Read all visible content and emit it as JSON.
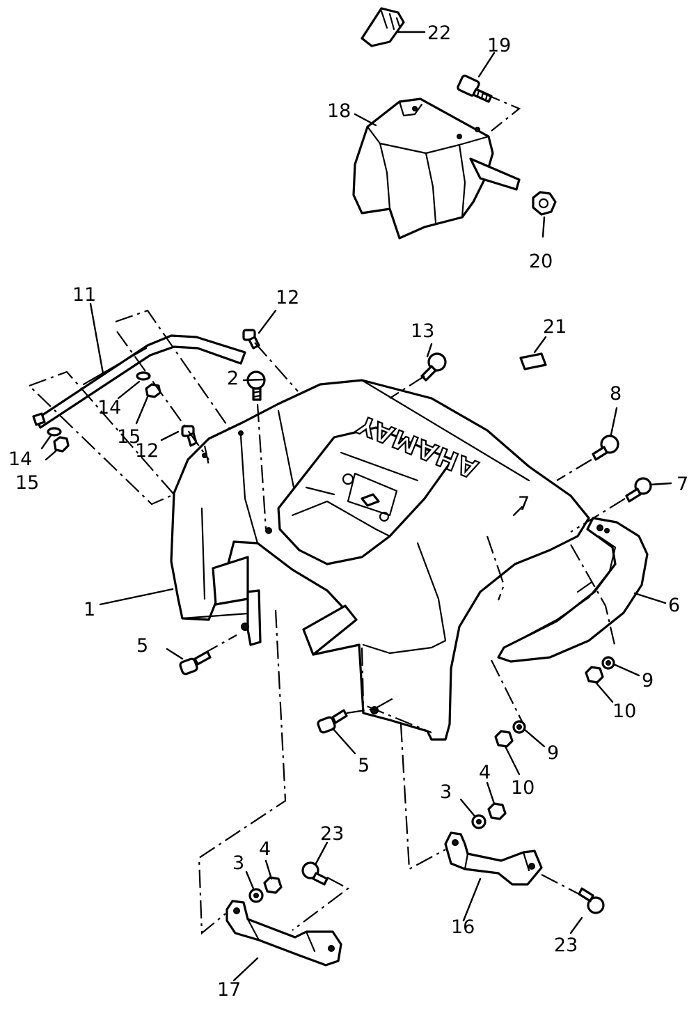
{
  "diagram": {
    "brand_lettering": "YAMAHA",
    "callouts": [
      {
        "id": "c1",
        "text": "1"
      },
      {
        "id": "c2",
        "text": "2"
      },
      {
        "id": "c3a",
        "text": "3"
      },
      {
        "id": "c3b",
        "text": "3"
      },
      {
        "id": "c4a",
        "text": "4"
      },
      {
        "id": "c4b",
        "text": "4"
      },
      {
        "id": "c5a",
        "text": "5"
      },
      {
        "id": "c5b",
        "text": "5"
      },
      {
        "id": "c6",
        "text": "6"
      },
      {
        "id": "c7a",
        "text": "7"
      },
      {
        "id": "c7b",
        "text": "7"
      },
      {
        "id": "c8",
        "text": "8"
      },
      {
        "id": "c9a",
        "text": "9"
      },
      {
        "id": "c9b",
        "text": "9"
      },
      {
        "id": "c10a",
        "text": "10"
      },
      {
        "id": "c10b",
        "text": "10"
      },
      {
        "id": "c11",
        "text": "11"
      },
      {
        "id": "c12a",
        "text": "12"
      },
      {
        "id": "c12b",
        "text": "12"
      },
      {
        "id": "c13",
        "text": "13"
      },
      {
        "id": "c14a",
        "text": "14"
      },
      {
        "id": "c14b",
        "text": "14"
      },
      {
        "id": "c15a",
        "text": "15"
      },
      {
        "id": "c15b",
        "text": "15"
      },
      {
        "id": "c16",
        "text": "16"
      },
      {
        "id": "c17",
        "text": "17"
      },
      {
        "id": "c18",
        "text": "18"
      },
      {
        "id": "c19",
        "text": "19"
      },
      {
        "id": "c20",
        "text": "20"
      },
      {
        "id": "c21",
        "text": "21"
      },
      {
        "id": "c22",
        "text": "22"
      },
      {
        "id": "c23a",
        "text": "23"
      },
      {
        "id": "c23b",
        "text": "23"
      }
    ]
  }
}
